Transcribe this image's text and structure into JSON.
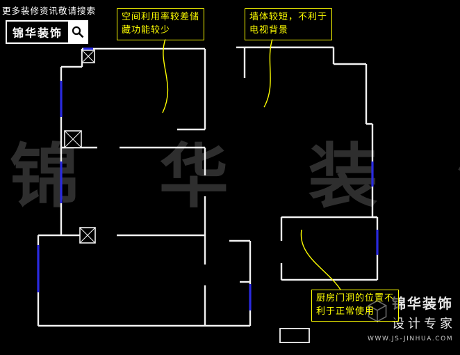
{
  "header": {
    "tagline": "更多装修资讯敬请搜索",
    "logo_text": "锦华装饰"
  },
  "annotations": [
    {
      "text": "空间利用率较差储\n藏功能较少"
    },
    {
      "text": "墙体较短，不利于\n电视背景"
    },
    {
      "text": "厨房门洞的位置不\n利于正常使用"
    }
  ],
  "watermark": {
    "text": "锦 华 装 饰"
  },
  "brand": {
    "name": "锦华装饰",
    "subtitle": "设计专家",
    "url": "WWW.JS-JINHUA.COM"
  },
  "colors": {
    "background": "#000000",
    "wall": "#f2f2f2",
    "window": "#2323dd",
    "callout": "#ffff00",
    "watermark": "#2e2e2e"
  },
  "floorplan": {
    "wall_color": "#f2f2f2",
    "window_color": "#2a2ae0",
    "leader_color": "#ffff00",
    "walls": [
      [
        118,
        70,
        295,
        70
      ],
      [
        118,
        70,
        118,
        96
      ],
      [
        88,
        96,
        118,
        96
      ],
      [
        88,
        96,
        88,
        338
      ],
      [
        295,
        70,
        295,
        186
      ],
      [
        255,
        186,
        295,
        186
      ],
      [
        295,
        212,
        295,
        252
      ],
      [
        295,
        282,
        295,
        338
      ],
      [
        88,
        212,
        140,
        212
      ],
      [
        172,
        212,
        295,
        212
      ],
      [
        340,
        68,
        352,
        68
      ],
      [
        352,
        68,
        480,
        68
      ],
      [
        352,
        68,
        352,
        112
      ],
      [
        480,
        68,
        480,
        92
      ],
      [
        480,
        92,
        527,
        92
      ],
      [
        527,
        92,
        527,
        178
      ],
      [
        527,
        178,
        536,
        178
      ],
      [
        536,
        178,
        536,
        312
      ],
      [
        536,
        312,
        543,
        312
      ],
      [
        405,
        312,
        543,
        312
      ],
      [
        543,
        312,
        543,
        402
      ],
      [
        405,
        402,
        543,
        402
      ],
      [
        405,
        312,
        405,
        346
      ],
      [
        405,
        378,
        405,
        402
      ],
      [
        55,
        338,
        137,
        338
      ],
      [
        168,
        338,
        295,
        338
      ],
      [
        55,
        338,
        55,
        468
      ],
      [
        55,
        468,
        360,
        468
      ],
      [
        330,
        346,
        360,
        346
      ],
      [
        360,
        346,
        360,
        468
      ],
      [
        345,
        405,
        360,
        405
      ],
      [
        295,
        338,
        295,
        380
      ],
      [
        295,
        410,
        295,
        468
      ]
    ],
    "columns": [
      [
        93,
        188,
        24,
        24
      ],
      [
        118,
        72,
        18,
        18
      ],
      [
        115,
        327,
        22,
        22
      ]
    ],
    "rects": [
      [
        403,
        472,
        42,
        20
      ]
    ],
    "windows": [
      [
        88,
        116,
        88,
        168
      ],
      [
        88,
        232,
        88,
        292
      ],
      [
        55,
        352,
        55,
        420
      ],
      [
        536,
        232,
        536,
        268
      ],
      [
        543,
        330,
        543,
        366
      ],
      [
        360,
        408,
        360,
        446
      ],
      [
        120,
        70,
        134,
        70
      ]
    ],
    "leaders": [
      "M238,56 C226,92 254,120 234,162",
      "M392,56 C382,88 398,122 380,154",
      "M490,416 C470,386 428,368 434,330"
    ]
  }
}
